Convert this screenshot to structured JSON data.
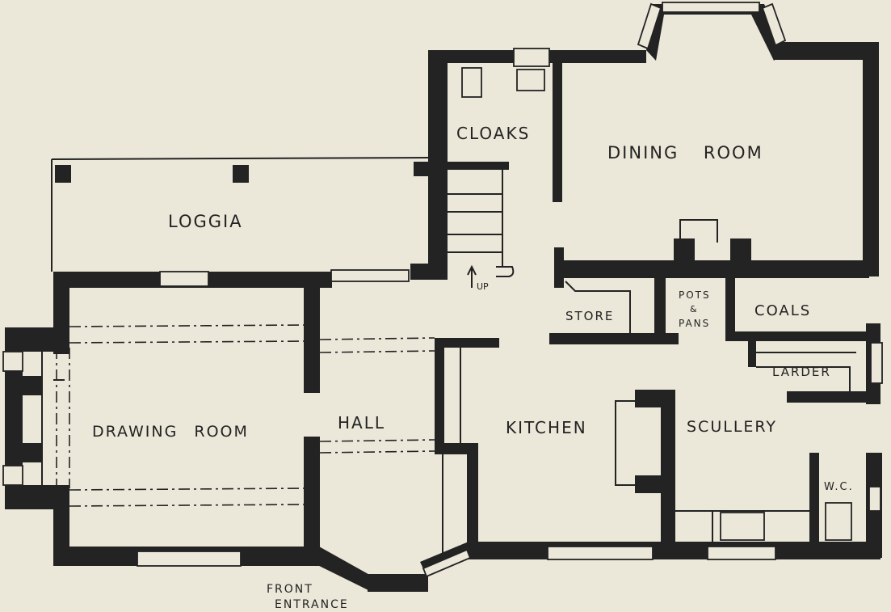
{
  "rooms": {
    "cloaks": "CLOAKS",
    "dining_room": "DINING ROOM",
    "loggia": "LOGGIA",
    "store": "STORE",
    "pots_pans_1": "POTS",
    "pots_pans_2": "&",
    "pots_pans_3": "PANS",
    "coals": "COALS",
    "larder": "LARDER",
    "drawing_room": "DRAWING ROOM",
    "hall": "HALL",
    "kitchen": "KITCHEN",
    "scullery": "SCULLERY",
    "wc": "W.C."
  },
  "annotations": {
    "stair_up": "UP",
    "front_entrance_1": "FRONT",
    "front_entrance_2": "ENTRANCE"
  },
  "colors": {
    "paper": "#ebe7d9",
    "ink": "#232323"
  }
}
